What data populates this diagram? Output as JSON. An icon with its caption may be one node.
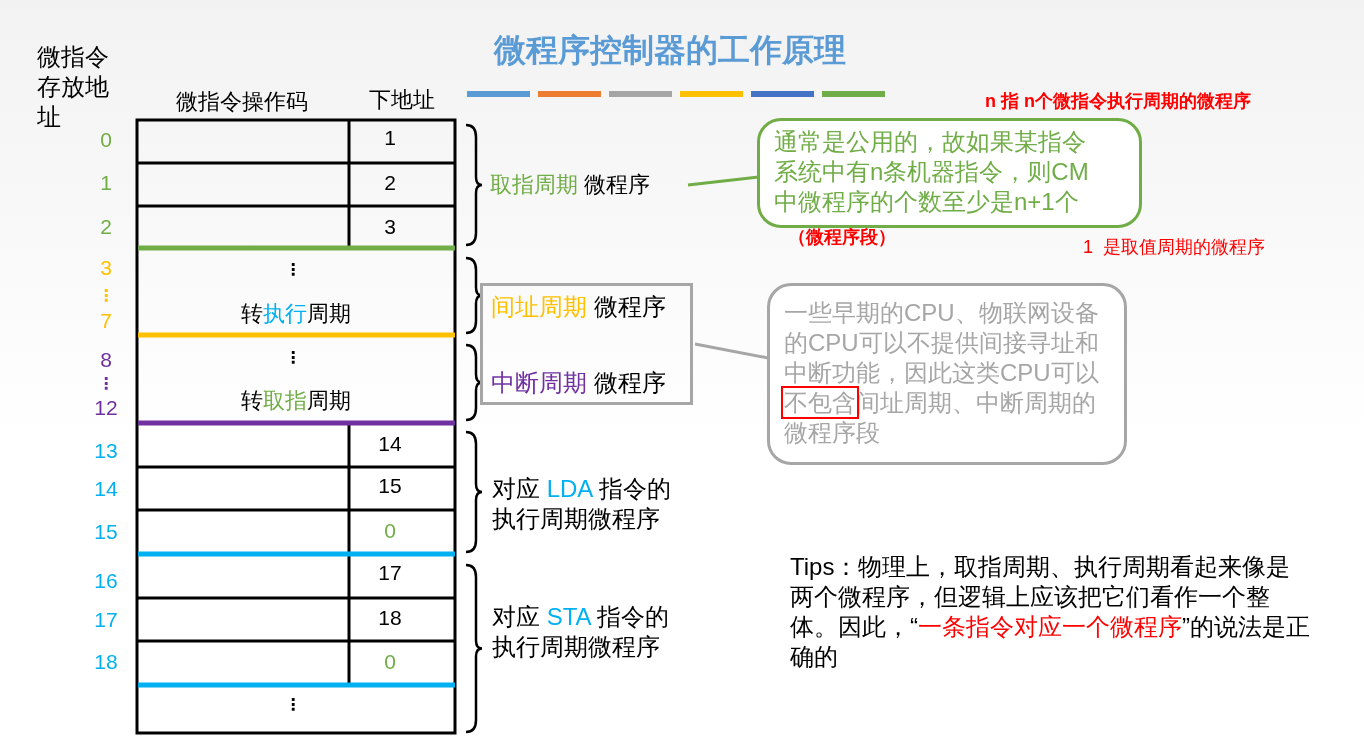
{
  "diagram": {
    "title": "微程序控制器的工作原理",
    "nodes": [
      {
        "text": [
          "取指周期 微程序"
        ]
      },
      {
        "text": [
          "通常是公用的，故如果某指令系统中有n条机器指令，则CM中微程序的个数至少是n+1个"
        ]
      },
      {
        "text": [
          "间址周期 微程序",
          "中断周期 微程序"
        ]
      },
      {
        "text": [
          "一些早期的CPU、物联网设备的CPU可以不提供间接寻址和中断功能，因此这类CPU可以不包含间址周期、中断周期的微程序段"
        ]
      }
    ],
    "edges": [
      {
        "from": 1,
        "to": 0,
        "arrow": "none",
        "color": "#70ad47"
      },
      {
        "from": 3,
        "to": 2,
        "arrow": "none",
        "color": "#a6a6a6"
      }
    ],
    "labels": [
      "微指令存放地址",
      "微指令操作码",
      "下地址",
      "n 指 n个微指令执行周期的微程序",
      "0",
      "1",
      "1",
      "2",
      "2",
      "3",
      "（微程序段）",
      "1  是取值周期的微程序",
      "3",
      "⋮",
      "⋮",
      "7",
      "转执行周期",
      "8",
      "⋮",
      "⋮",
      "12",
      "转取指周期",
      "13",
      "14",
      "14",
      "15",
      "15",
      "0",
      "16",
      "17",
      "17",
      "18",
      "18",
      "0",
      "⋮",
      "对应 LDA 指令的执行周期微程序",
      "对应 STA 指令的执行周期微程序",
      "Tips：物理上，取指周期、执行周期看起来像是两个微程序，但逻辑上应该把它们看作一个整体。因此，“一条指令对应一个微程序”的说法是正确的"
    ]
  }
}
